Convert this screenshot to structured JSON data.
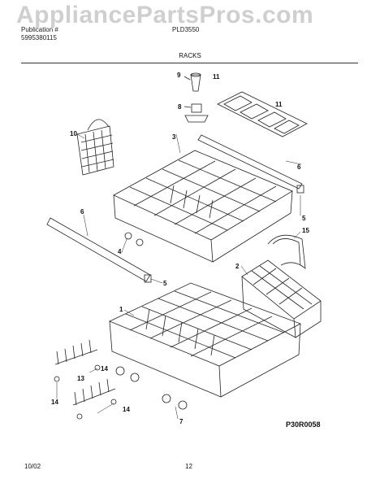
{
  "watermark": "AppliancePartsPros.com",
  "header": {
    "brand_left": "Publication #",
    "model_left": "5995380115",
    "model_mid": "PLD3550",
    "section_title": "RACKS"
  },
  "callouts": {
    "c9": "9",
    "c11a": "11",
    "c8": "8",
    "c11b": "11",
    "c10": "10",
    "c3": "3",
    "c6a": "6",
    "c5a": "5",
    "c6b": "6",
    "c4": "4",
    "c5b": "5",
    "c15": "15",
    "c2": "2",
    "c1": "1",
    "c14a": "14",
    "c13": "13",
    "c14b": "14",
    "c14c": "14",
    "c7": "7"
  },
  "diagram_code": "P30R0058",
  "footer": {
    "date": "10/02",
    "page": "12"
  }
}
